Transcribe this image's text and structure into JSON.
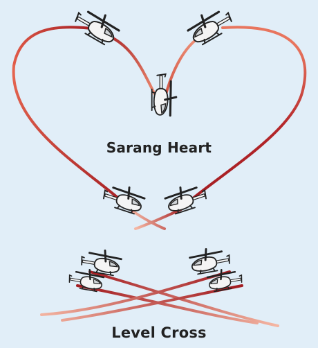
{
  "formations": [
    {
      "id": "sarang-heart",
      "name": "Sarang Heart"
    },
    {
      "id": "level-cross",
      "name": "Level Cross"
    }
  ],
  "colors": {
    "background": "#e1eef8",
    "trail_dark": "#a31d22",
    "trail_light": "#ef8d72",
    "text": "#222222"
  },
  "icons": {
    "aircraft": "helicopter-icon"
  }
}
